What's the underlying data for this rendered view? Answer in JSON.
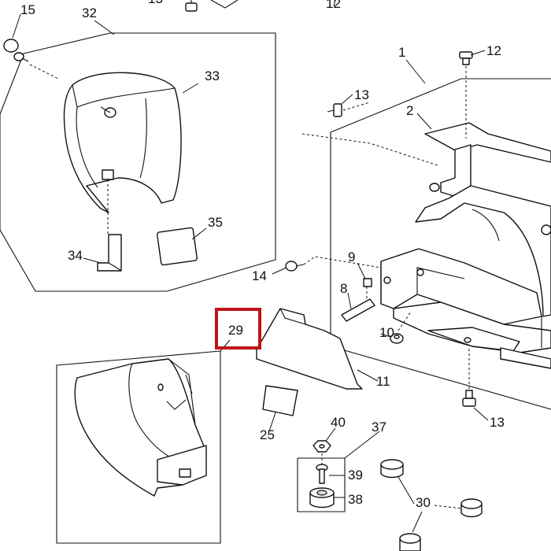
{
  "labels": {
    "l1": "1",
    "l2": "2",
    "l8": "8",
    "l9": "9",
    "l10": "10",
    "l11": "11",
    "l12a": "12",
    "l12b": "12",
    "l13a": "13",
    "l13b": "13",
    "l13c": "13",
    "l14": "14",
    "l15": "15",
    "l25": "25",
    "l29": "29",
    "l30": "30",
    "l32": "32",
    "l33": "33",
    "l34": "34",
    "l35": "35",
    "l37": "37",
    "l38": "38",
    "l39": "39",
    "l40": "40"
  },
  "highlight_color": "#c0131b"
}
